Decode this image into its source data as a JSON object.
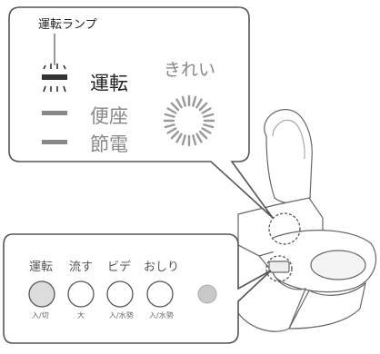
{
  "callout": {
    "lamp_label": "運転ランプ",
    "indicators": [
      {
        "label": "運転",
        "state": "on"
      },
      {
        "label": "便座",
        "state": "off"
      },
      {
        "label": "節電",
        "state": "off"
      }
    ],
    "clean_label": "きれい"
  },
  "panel": {
    "buttons": [
      {
        "top": "運転",
        "bottom": "入/切"
      },
      {
        "top": "流す",
        "bottom": "大"
      },
      {
        "top": "ビデ",
        "bottom": "入/水勢"
      },
      {
        "top": "おしり",
        "bottom": "入/水勢"
      }
    ],
    "colors": {
      "run_button_fill": "#dcdcdc",
      "sensor_fill": "#c8c8c8"
    }
  }
}
